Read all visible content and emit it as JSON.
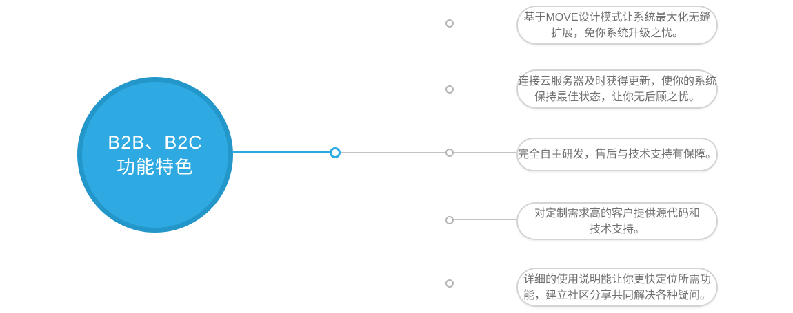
{
  "hub": {
    "line1": "B2B、B2C",
    "line2": "功能特色"
  },
  "features": [
    {
      "lines": [
        "基于MOVE设计模式让系统最大化无缝",
        "扩展，免你系统升级之忧。"
      ]
    },
    {
      "lines": [
        "连接云服务器及时获得更新，使你的系统",
        "保持最佳状态，让你无后顾之忧。"
      ]
    },
    {
      "lines": [
        "完全自主研发，售后与技术支持有保障。"
      ]
    },
    {
      "lines": [
        "对定制需求高的客户提供源代码和",
        "技术支持。"
      ]
    },
    {
      "lines": [
        "详细的使用说明能让你更快定位所需功",
        "能，建立社区分享共同解决各种疑问。"
      ]
    }
  ],
  "colors": {
    "accent_blue": "#29abe2",
    "hub_fill": "#2fa9e1",
    "hub_border": "#2396ca",
    "connector_gray": "#c3c3c3",
    "node_border_gray": "#b5b5b5",
    "bubble_border": "#d4d4d4",
    "bubble_text": "#6f6f6f",
    "hub_text": "#ffffff"
  }
}
